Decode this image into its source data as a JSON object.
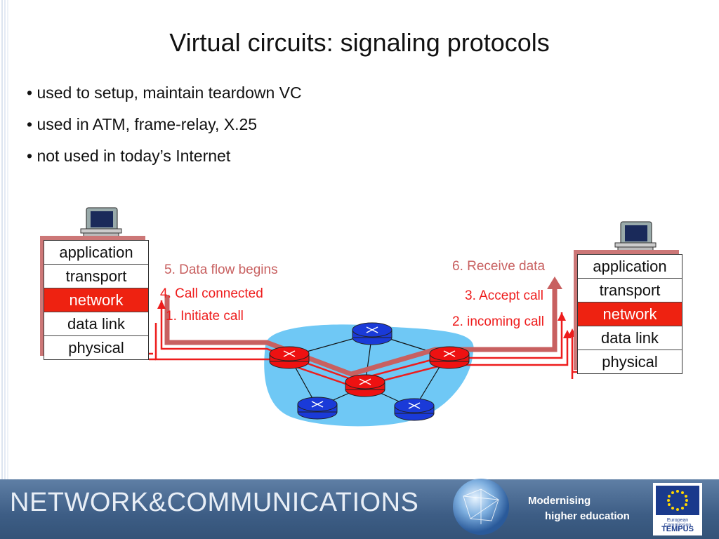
{
  "title": "Virtual circuits: signaling protocols",
  "bullets": [
    "• used to setup, maintain  teardown VC",
    "• used in ATM, frame-relay, X.25",
    "• not used in today’s Internet"
  ],
  "left_stack": [
    "application",
    "transport",
    "network",
    "data link",
    "physical"
  ],
  "right_stack": [
    "application",
    "transport",
    "network",
    "data link",
    "physical"
  ],
  "steps": {
    "data_flow_begins": "5. Data flow begins",
    "call_connected": "4. Call connected",
    "initiate_call": "1. Initiate call",
    "receive_data": "6. Receive data",
    "accept_call": "3. Accept call",
    "incoming_call": "2. incoming call"
  },
  "footer": {
    "brand": "NETWORK&COMMUNICATIONS",
    "tagline_1": "Modernising",
    "tagline_2": "higher education",
    "eu_text": "European Commission",
    "eu_brand": "TEMPUS"
  },
  "colors": {
    "signal_red": "#ee1c1c",
    "data_flow": "#c86060",
    "cloud": "#6fc8f5",
    "router_red": "#e11",
    "router_blue": "#1a3ad8",
    "footer_bg": "#4a6b93"
  },
  "icons": [
    "computer-icon",
    "router-icon",
    "globe-icon",
    "eu-flag-icon"
  ]
}
